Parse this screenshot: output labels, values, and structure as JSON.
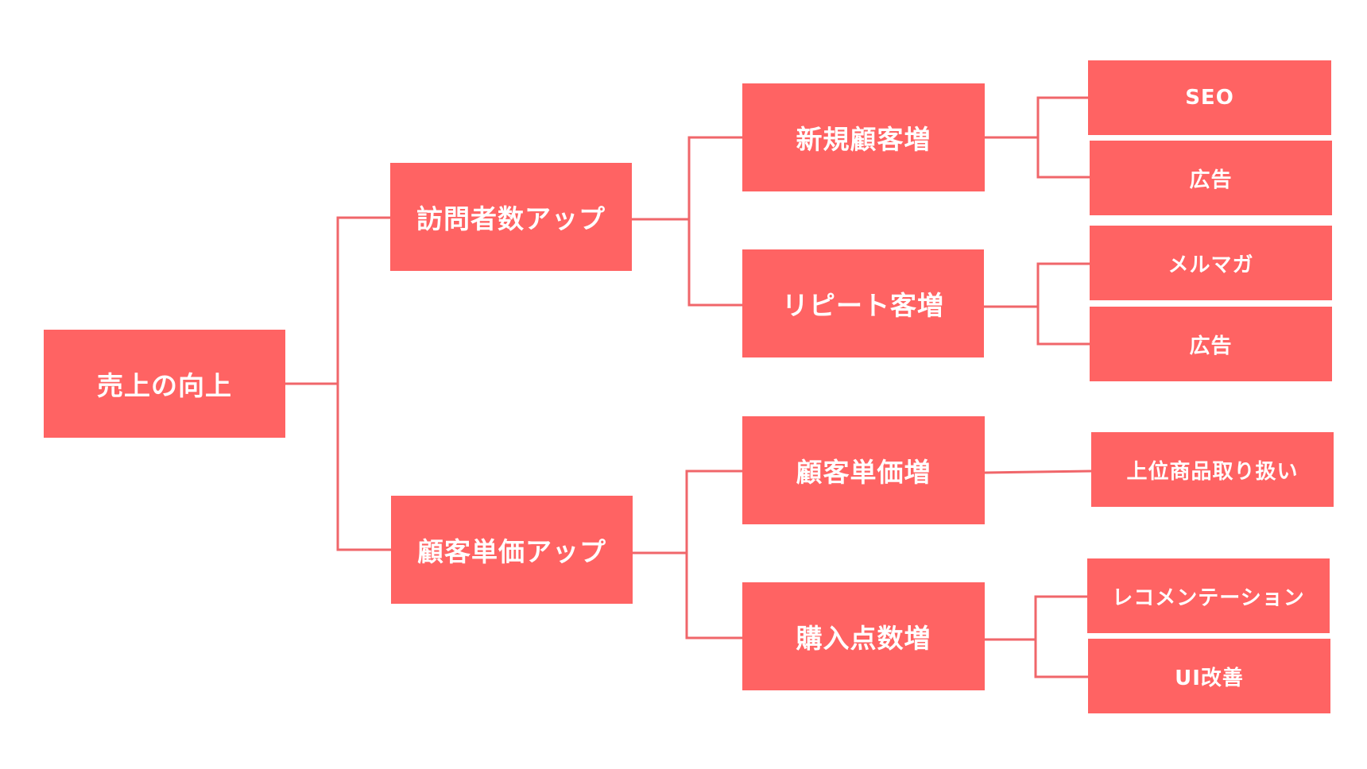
{
  "colors": {
    "node_fill": "#ff6363",
    "node_text": "#ffffff",
    "connector": "#f0666a",
    "background": "#ffffff"
  },
  "tree": {
    "root": {
      "label": "売上の向上"
    },
    "visitors_up": {
      "label": "訪問者数アップ",
      "new_customers": {
        "label": "新規顧客増",
        "seo": "SEO",
        "ads": "広告"
      },
      "repeat_customers": {
        "label": "リピート客増",
        "newsletter": "メルマガ",
        "ads": "広告"
      }
    },
    "unit_price_up": {
      "label": "顧客単価アップ",
      "unit_price_increase": {
        "label": "顧客単価増",
        "premium_products": "上位商品取り扱い"
      },
      "items_per_purchase": {
        "label": "購入点数増",
        "recommendation": "レコメンテーション",
        "ui_improvement": "UI改善"
      }
    }
  }
}
